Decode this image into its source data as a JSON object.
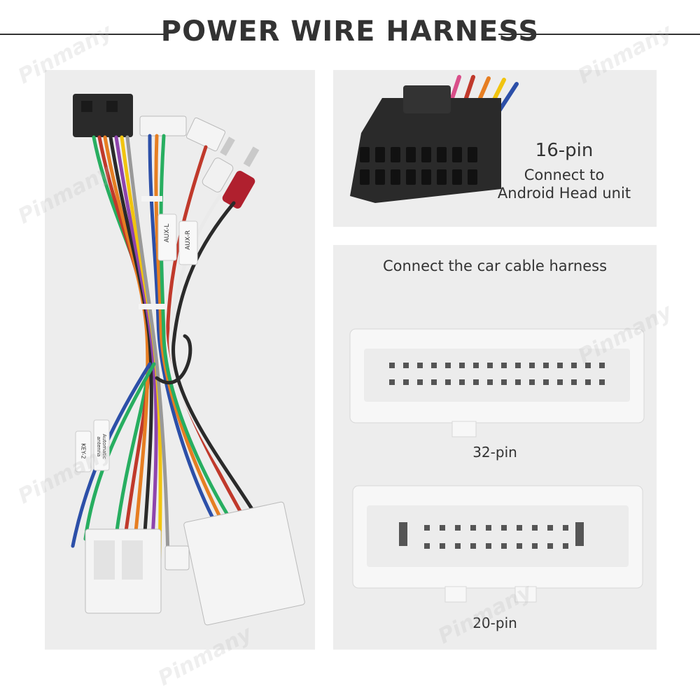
{
  "title": "POWER WIRE HARNESS",
  "watermark": "Pinmany",
  "wire_tags": {
    "aux_l": "AUX-L",
    "aux_r": "AUX-R",
    "key2": "KEY-2",
    "antenna": "Automatic antenna"
  },
  "connector_16": {
    "pins": "16-pin",
    "line1": "Connect to",
    "line2": "Android Head unit"
  },
  "car_section": {
    "heading": "Connect the car cable harness",
    "pin32": "32-pin",
    "pin20": "20-pin"
  },
  "colors": {
    "panel": "#ededed",
    "connector_black": "#2a2a2a",
    "connector_white": "#f4f4f4",
    "wire_red": "#c0392b",
    "wire_orange": "#e67e22",
    "wire_yellow": "#f1c40f",
    "wire_green": "#27ae60",
    "wire_purple": "#8e44ad",
    "wire_blue": "#2c4fa8"
  }
}
